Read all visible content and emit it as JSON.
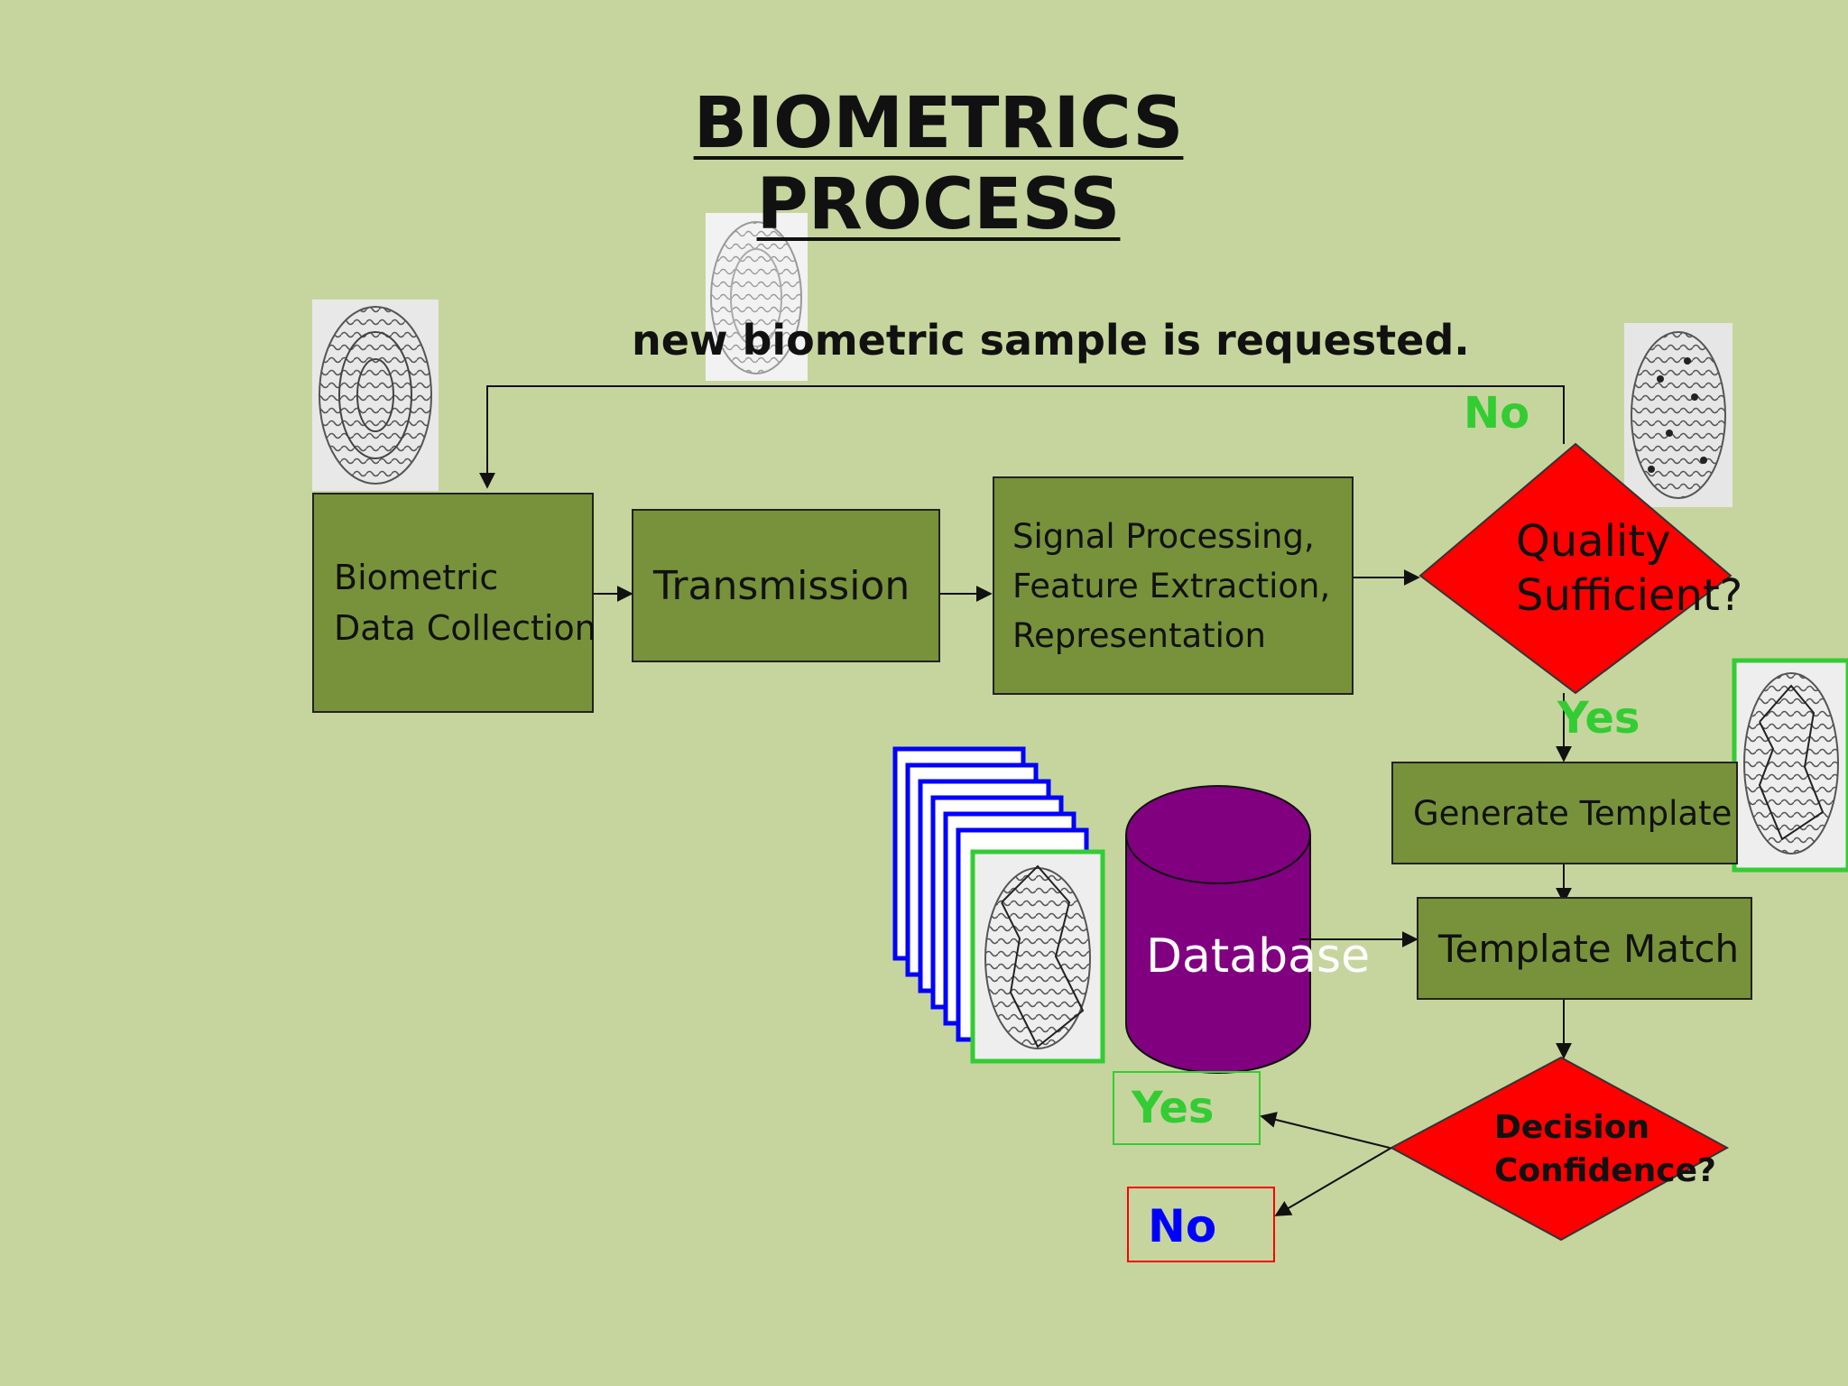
{
  "title": "BIOMETRICS PROCESS",
  "banner": "new biometric sample is requested.",
  "boxes": {
    "collection": [
      "Biometric",
      "Data Collection"
    ],
    "transmission": "Transmission",
    "signal": [
      "Signal Processing,",
      "Feature Extraction,",
      "Representation"
    ],
    "generate": "Generate Template",
    "match": "Template Match"
  },
  "quality": [
    "Quality",
    "Sufficient?"
  ],
  "decision": [
    "Decision",
    "Confidence?"
  ],
  "database": "Database",
  "labels": {
    "quality_no": "No",
    "quality_yes": "Yes",
    "decision_yes": "Yes",
    "decision_no": "No"
  },
  "colors": {
    "background": "#c6d59e",
    "box_fill": "#77923b",
    "diamond_fill": "#ff0000",
    "database_fill": "#800080",
    "yes_green": "#33cc33",
    "no_blue": "#0000ff"
  }
}
